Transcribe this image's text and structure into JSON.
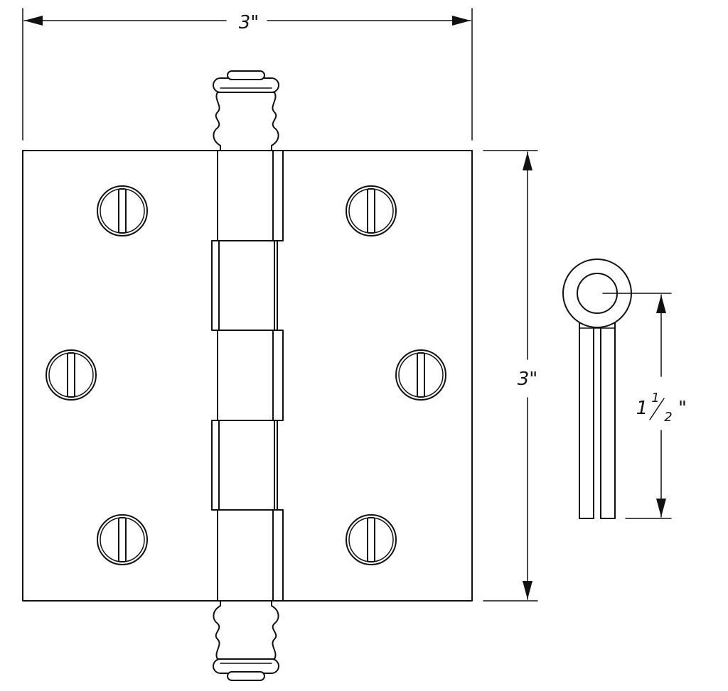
{
  "dimensions": {
    "width_label": "3\"",
    "height_label": "3\"",
    "thickness_whole": "1",
    "thickness_num": "1",
    "thickness_den": "2",
    "thickness_unit": "\""
  },
  "colors": {
    "line": "#111111",
    "background": "#ffffff"
  }
}
